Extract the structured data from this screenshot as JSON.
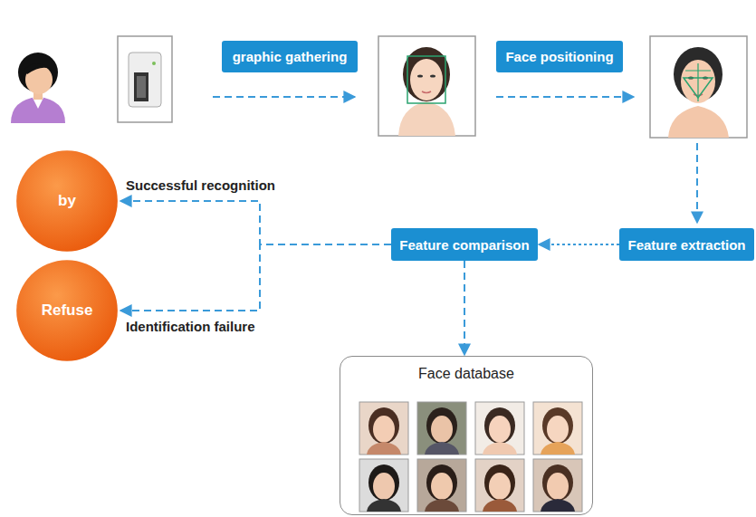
{
  "diagram": {
    "nodes": [
      {
        "text": [
          "graphic gathering"
        ]
      },
      {
        "text": [
          "Face positioning"
        ]
      },
      {
        "text": [
          "Feature extraction"
        ]
      },
      {
        "text": [
          "Feature comparison"
        ]
      },
      {
        "text": [
          "by"
        ]
      },
      {
        "text": [
          "Refuse"
        ]
      },
      {
        "text": [
          "Face database"
        ]
      }
    ],
    "edges": [
      {
        "from": 2,
        "to": 3,
        "arrow": "to"
      },
      {
        "from": 3,
        "to": 4,
        "label": "Successful recognition",
        "arrow": "to"
      },
      {
        "from": 3,
        "to": 5,
        "label": "Identification failure",
        "arrow": "to"
      },
      {
        "from": 3,
        "to": 6,
        "arrow": "to"
      }
    ]
  }
}
